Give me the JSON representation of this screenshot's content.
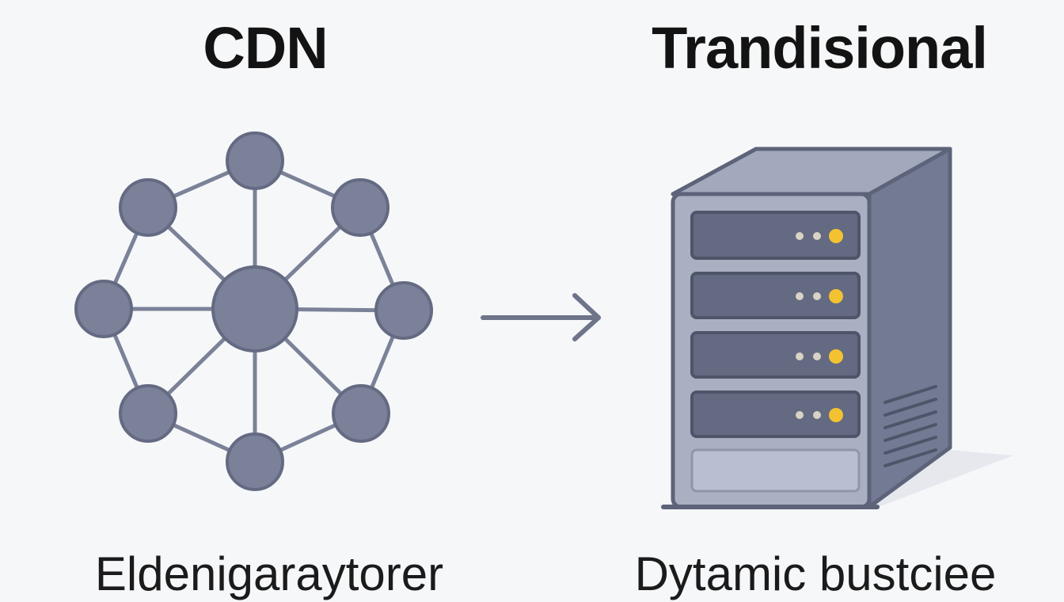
{
  "left_panel": {
    "title": "CDN",
    "caption": "Eldenigaraytorer",
    "icon": "network-hub-icon"
  },
  "connector": {
    "icon": "arrow-right-icon"
  },
  "right_panel": {
    "title": "Trandisional",
    "caption": "Dytamic bustciee",
    "icon": "server-tower-icon",
    "drive_bays": 4
  },
  "colors": {
    "background": "#f6f7f9",
    "node_fill": "#7a8199",
    "node_stroke": "#6a7089",
    "edge": "#7b8298",
    "server_body": "#717891",
    "server_front": "#a9b0c2",
    "bay": "#636a82",
    "led_yellow": "#f3c232",
    "led_dim": "#d8d3c4",
    "text": "#131313"
  }
}
